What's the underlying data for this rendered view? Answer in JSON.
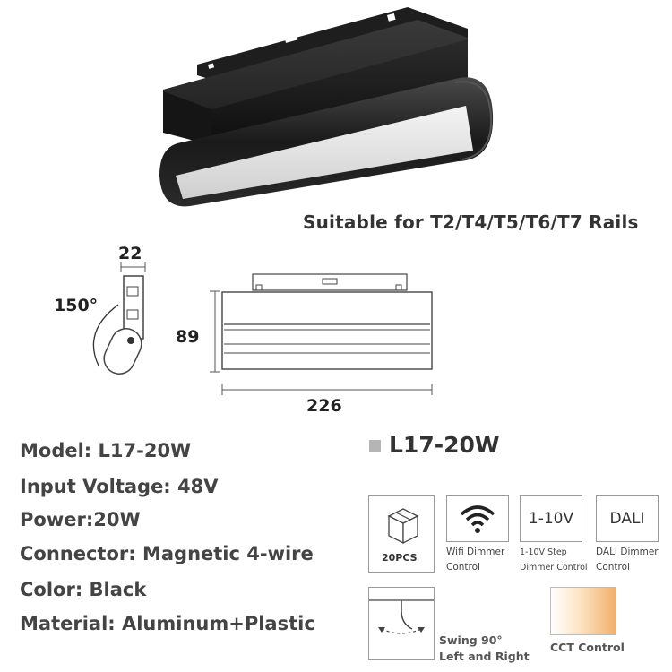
{
  "rails_text": "Suitable for T2/T4/T5/T6/T7 Rails",
  "dimensions": {
    "depth": "22",
    "angle": "150°",
    "height": "89",
    "length": "226"
  },
  "specs": [
    {
      "label": "Model:",
      "value": "L17-20W"
    },
    {
      "label": "Input Voltage:",
      "value": "48V"
    },
    {
      "label": "Power:",
      "value": "20W"
    },
    {
      "label": "Connector:",
      "value": "Magnetic 4-wire"
    },
    {
      "label": "Color:",
      "value": "Black"
    },
    {
      "label": "Material:",
      "value": "Aluminum+Plastic"
    }
  ],
  "model_title": "L17-20W",
  "features": {
    "pcs": "20PCS",
    "wifi": {
      "line1": "Wifi Dimmer",
      "line2": "Control"
    },
    "step": {
      "icon_text": "1-10V",
      "line1": "1-10V Step",
      "line2": "Dimmer Control"
    },
    "dali": {
      "icon_text": "DALI",
      "line1": "DALI Dimmer",
      "line2": "Control"
    },
    "swing": {
      "line1": "Swing 90°",
      "line2": "Left and Right"
    },
    "cct": {
      "label": "CCT Control"
    }
  }
}
